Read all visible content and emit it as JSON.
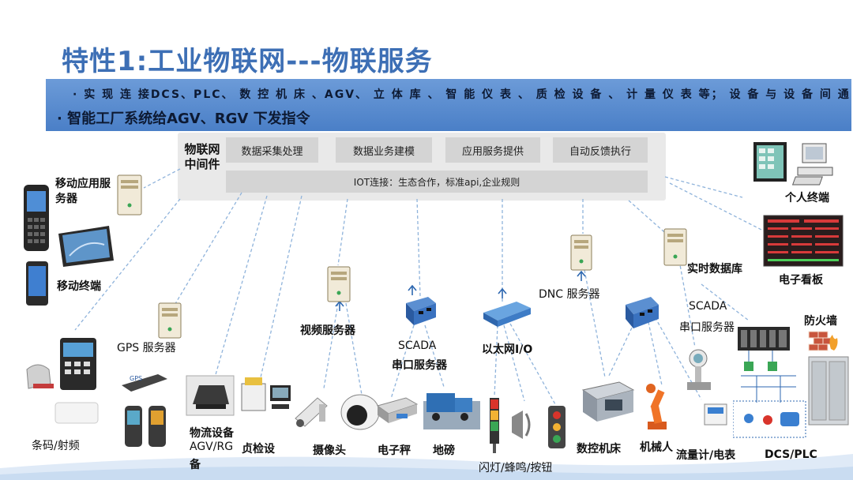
{
  "slide": {
    "title": "特性1:工业物联网---物联服务",
    "banner_line1": "· 实 现 连 接DCS、PLC、 数 控 机 床 、AGV、  立 体 库 、 智 能 仪 表 、 质 检 设 备 、 计 量 仪 表 等； 设 备 与 设 备 间 通 信；",
    "banner_line2": "· 智能工厂系统给AGV、RGV   下发指令"
  },
  "middleware": {
    "label": "物联网中间件",
    "boxes": [
      "数据采集处理",
      "数据业务建模",
      "应用服务提供",
      "自动反馈执行"
    ],
    "iot_bar": "IOT连接：生态合作，标准api,企业规则"
  },
  "labels": {
    "mobile_app_server": "移动应用服务器",
    "mobile_terminal": "移动终端",
    "personal_terminal": "个人终端",
    "e_board": "电子看板",
    "realtime_db": "实时数据库",
    "dnc_server": "DNC  服务器",
    "scada_right": "SCADA",
    "serial_server_right": "串口服务器",
    "firewall": "防火墙",
    "gps_server": "GPS 服务器",
    "video_server": "视频服务器",
    "scada_mid": "SCADA",
    "serial_server_mid": "串口服务器",
    "ethernet_io": "以太网I/O",
    "barcode_rfid": "条码/射频",
    "logistics": "物流设备",
    "agv_rg": "AGV/RG",
    "agv_rg_2": "备",
    "quality_device": "贞检设",
    "camera": "摄像头",
    "e_scale": "电子秤",
    "weighbridge": "地磅",
    "light_buzzer_button": "闪灯/蜂鸣/按钮",
    "cnc_machine": "数控机床",
    "robot": "机械人",
    "flow_meter": "流量计/电表",
    "dcs_plc": "DCS/PLC"
  },
  "icons": {
    "server": "server-tower-icon",
    "serial_server": "serial-server-icon",
    "ethernet_io": "ethernet-io-icon"
  },
  "colors": {
    "title": "#3d6fb5",
    "banner": "#4a7fc7",
    "panel": "#e9e9e9",
    "box": "#d4d4d4",
    "dashed_line": "#8fb3db",
    "device_blue": "#2d67b0"
  }
}
